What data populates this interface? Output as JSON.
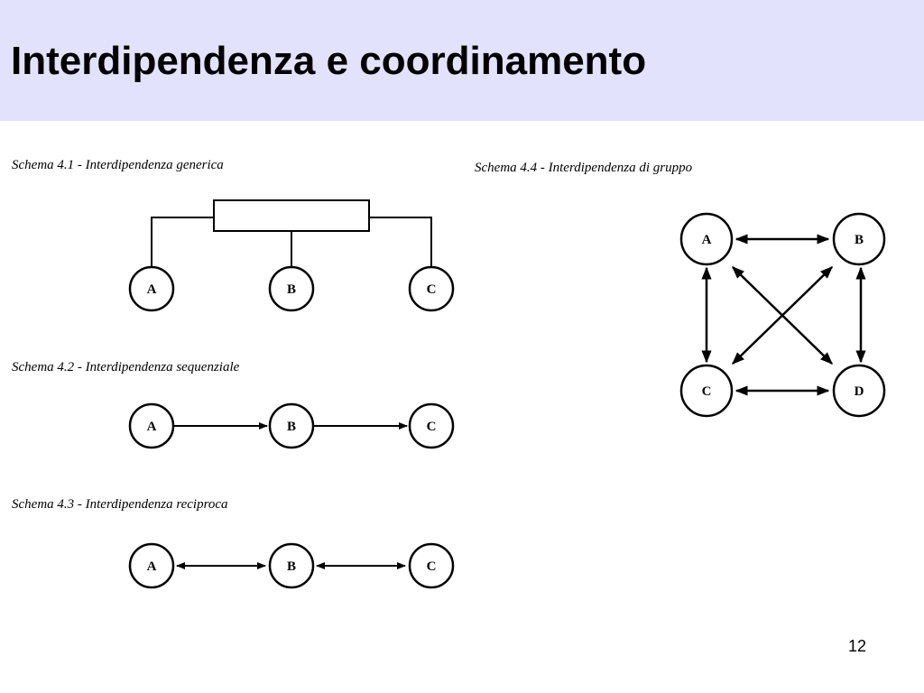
{
  "title": "Interdipendenza e coordinamento",
  "page_number": "12",
  "colors": {
    "title_band": "#e2e2fc",
    "ink": "#000000",
    "background": "#ffffff"
  },
  "schemas": {
    "generic": {
      "caption": "Schema 4.1 - Interdipendenza generica",
      "nodes": [
        "A",
        "B",
        "C"
      ]
    },
    "sequential": {
      "caption": "Schema 4.2 - Interdipendenza sequenziale",
      "nodes": [
        "A",
        "B",
        "C"
      ],
      "edges": [
        [
          "A",
          "B"
        ],
        [
          "B",
          "C"
        ]
      ]
    },
    "reciprocal": {
      "caption": "Schema 4.3 - Interdipendenza reciproca",
      "nodes": [
        "A",
        "B",
        "C"
      ],
      "edges": [
        [
          "A",
          "B"
        ],
        [
          "B",
          "C"
        ]
      ]
    },
    "group": {
      "caption": "Schema 4.4 - Interdipendenza di gruppo",
      "nodes": [
        "A",
        "B",
        "C",
        "D"
      ],
      "edges": [
        [
          "A",
          "B"
        ],
        [
          "C",
          "D"
        ],
        [
          "A",
          "C"
        ],
        [
          "B",
          "D"
        ],
        [
          "A",
          "D"
        ],
        [
          "B",
          "C"
        ]
      ]
    }
  }
}
